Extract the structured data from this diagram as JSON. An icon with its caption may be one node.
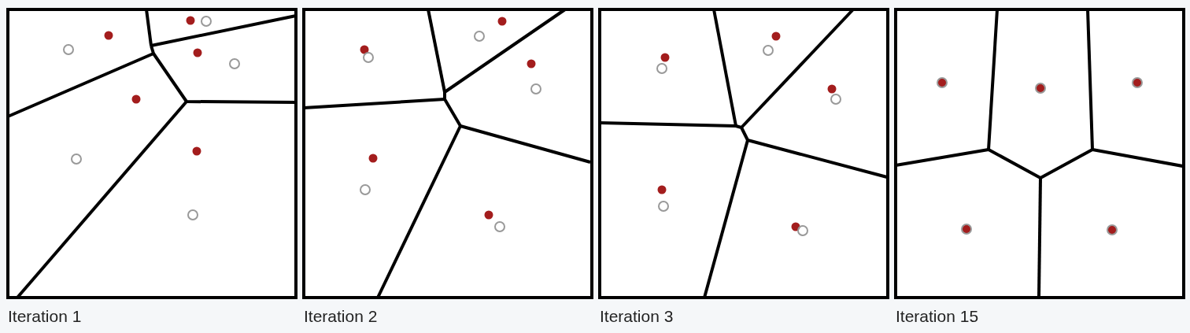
{
  "diagram": {
    "nodes": [
      {
        "text": [
          "Iteration 1"
        ]
      },
      {
        "text": [
          "Iteration 2"
        ]
      },
      {
        "text": [
          "Iteration 3"
        ]
      },
      {
        "text": [
          "Iteration 15"
        ]
      }
    ]
  }
}
